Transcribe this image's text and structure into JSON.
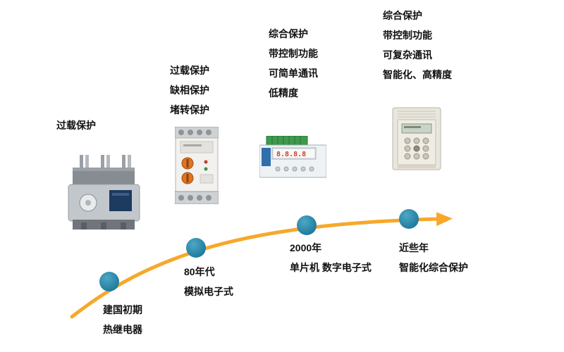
{
  "colors": {
    "arrow": "#F7A82A",
    "node": "#1E7A9C"
  },
  "stages": [
    {
      "features": [
        "过载保护"
      ],
      "era": [
        "建国初期",
        "热继电器"
      ]
    },
    {
      "features": [
        "过载保护",
        "缺相保护",
        "堵转保护"
      ],
      "era": [
        "80年代",
        "模拟电子式"
      ]
    },
    {
      "features": [
        "综合保护",
        "带控制功能",
        "可简单通讯",
        "低精度"
      ],
      "era": [
        "2000年",
        "单片机 数字电子式"
      ]
    },
    {
      "features": [
        "综合保护",
        "带控制功能",
        "可复杂通讯",
        "智能化、高精度"
      ],
      "era": [
        "近些年",
        "智能化综合保护"
      ]
    }
  ]
}
